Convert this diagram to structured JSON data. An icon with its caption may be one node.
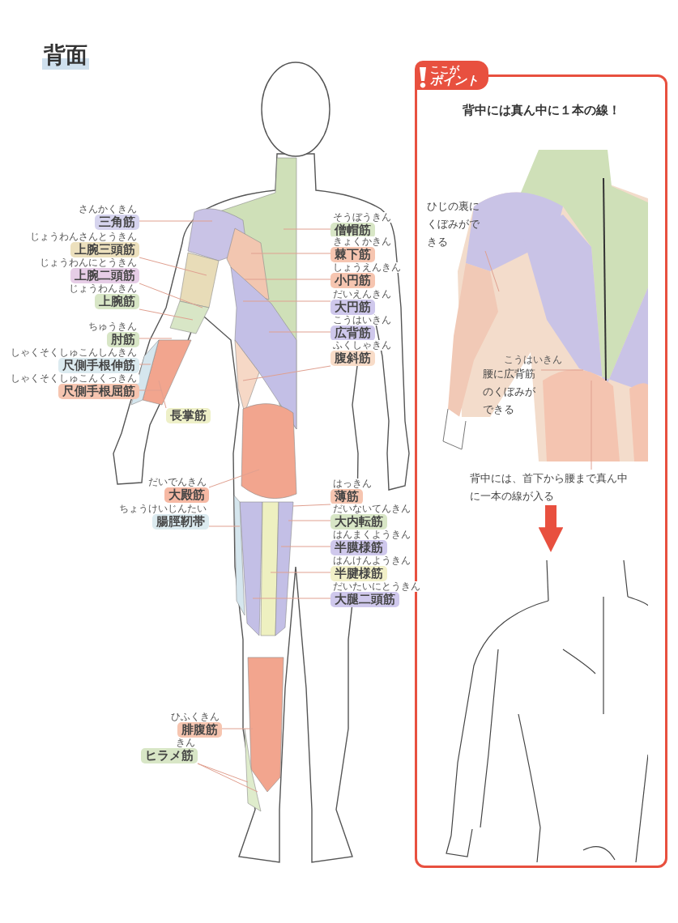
{
  "diagram": {
    "title": "背面",
    "nodes": [
      {
        "text": [
          "さんかくきん",
          "三角筋"
        ]
      },
      {
        "text": [
          "じょうわんさんとうきん",
          "上腕三頭筋"
        ]
      },
      {
        "text": [
          "じょうわんにとうきん",
          "上腕二頭筋"
        ]
      },
      {
        "text": [
          "じょうわんきん",
          "上腕筋"
        ]
      },
      {
        "text": [
          "ちゅうきん",
          "肘筋"
        ]
      },
      {
        "text": [
          "しゃくそくしゅこんしんきん",
          "尺側手根伸筋"
        ]
      },
      {
        "text": [
          "しゃくそくしゅこんくっきん",
          "尺側手根屈筋"
        ]
      },
      {
        "text": [
          "長掌筋"
        ]
      },
      {
        "text": [
          "そうぼうきん",
          "僧帽筋"
        ]
      },
      {
        "text": [
          "きょくかきん",
          "棘下筋"
        ]
      },
      {
        "text": [
          "しょうえんきん",
          "小円筋"
        ]
      },
      {
        "text": [
          "だいえんきん",
          "大円筋"
        ]
      },
      {
        "text": [
          "こうはいきん",
          "広背筋"
        ]
      },
      {
        "text": [
          "ふくしゃきん",
          "腹斜筋"
        ]
      },
      {
        "text": [
          "だいでんきん",
          "大殿筋"
        ]
      },
      {
        "text": [
          "ちょうけいじんたい",
          "腸脛靭帯"
        ]
      },
      {
        "text": [
          "はっきん",
          "薄筋"
        ]
      },
      {
        "text": [
          "だいないてんきん",
          "大内転筋"
        ]
      },
      {
        "text": [
          "はんまくようきん",
          "半膜様筋"
        ]
      },
      {
        "text": [
          "はんけんようきん",
          "半腱様筋"
        ]
      },
      {
        "text": [
          "だいたいにとうきん",
          "大腿二頭筋"
        ]
      },
      {
        "text": [
          "ひふくきん",
          "腓腹筋"
        ]
      },
      {
        "text": [
          "きん",
          "ヒラメ筋"
        ]
      },
      {
        "text": [
          "ここが",
          "ポイント",
          "背中には真ん中に１本の線！"
        ]
      },
      {
        "text": [],
        "shape": "picture",
        "in": 23
      },
      {
        "text": [
          "ひじの裏にくぼみができる"
        ],
        "in": 23
      },
      {
        "text": [
          "こうはいきん",
          "腰に広背筋のくぼみができる"
        ],
        "in": 23
      },
      {
        "text": [
          "背中には、首下から腰まで真ん中に一本の線が入る"
        ],
        "in": 23
      },
      {
        "text": [],
        "shape": "picture",
        "in": 23
      }
    ],
    "edges": [
      {
        "from": 0,
        "to": null,
        "arrow": "none"
      },
      {
        "from": 1,
        "to": null,
        "arrow": "none"
      },
      {
        "from": 2,
        "to": null,
        "arrow": "none"
      },
      {
        "from": 3,
        "to": null,
        "arrow": "none"
      },
      {
        "from": 4,
        "to": null,
        "arrow": "none"
      },
      {
        "from": 5,
        "to": null,
        "arrow": "none"
      },
      {
        "from": 6,
        "to": null,
        "arrow": "none"
      },
      {
        "from": 7,
        "to": null,
        "arrow": "none"
      },
      {
        "from": 8,
        "to": null,
        "arrow": "none"
      },
      {
        "from": 9,
        "to": null,
        "arrow": "none"
      },
      {
        "from": 10,
        "to": null,
        "arrow": "none"
      },
      {
        "from": 11,
        "to": null,
        "arrow": "none"
      },
      {
        "from": 12,
        "to": null,
        "arrow": "none"
      },
      {
        "from": 13,
        "to": null,
        "arrow": "none"
      },
      {
        "from": 14,
        "to": null,
        "arrow": "none"
      },
      {
        "from": 15,
        "to": null,
        "arrow": "none"
      },
      {
        "from": 16,
        "to": null,
        "arrow": "none"
      },
      {
        "from": 17,
        "to": null,
        "arrow": "none"
      },
      {
        "from": 18,
        "to": null,
        "arrow": "none"
      },
      {
        "from": 19,
        "to": null,
        "arrow": "none"
      },
      {
        "from": 20,
        "to": null,
        "arrow": "none"
      },
      {
        "from": 21,
        "to": null,
        "arrow": "none"
      },
      {
        "from": 22,
        "to": null,
        "arrow": "none"
      },
      {
        "from": 22,
        "to": null,
        "arrow": "none"
      },
      {
        "from": 25,
        "to": 24,
        "arrow": "none"
      },
      {
        "from": 26,
        "to": 24,
        "arrow": "none"
      },
      {
        "from": 27,
        "to": 24,
        "arrow": "none"
      },
      {
        "from": 27,
        "to": 28,
        "arrow": "to",
        "style": "thick",
        "color": "#e8503f"
      }
    ]
  }
}
